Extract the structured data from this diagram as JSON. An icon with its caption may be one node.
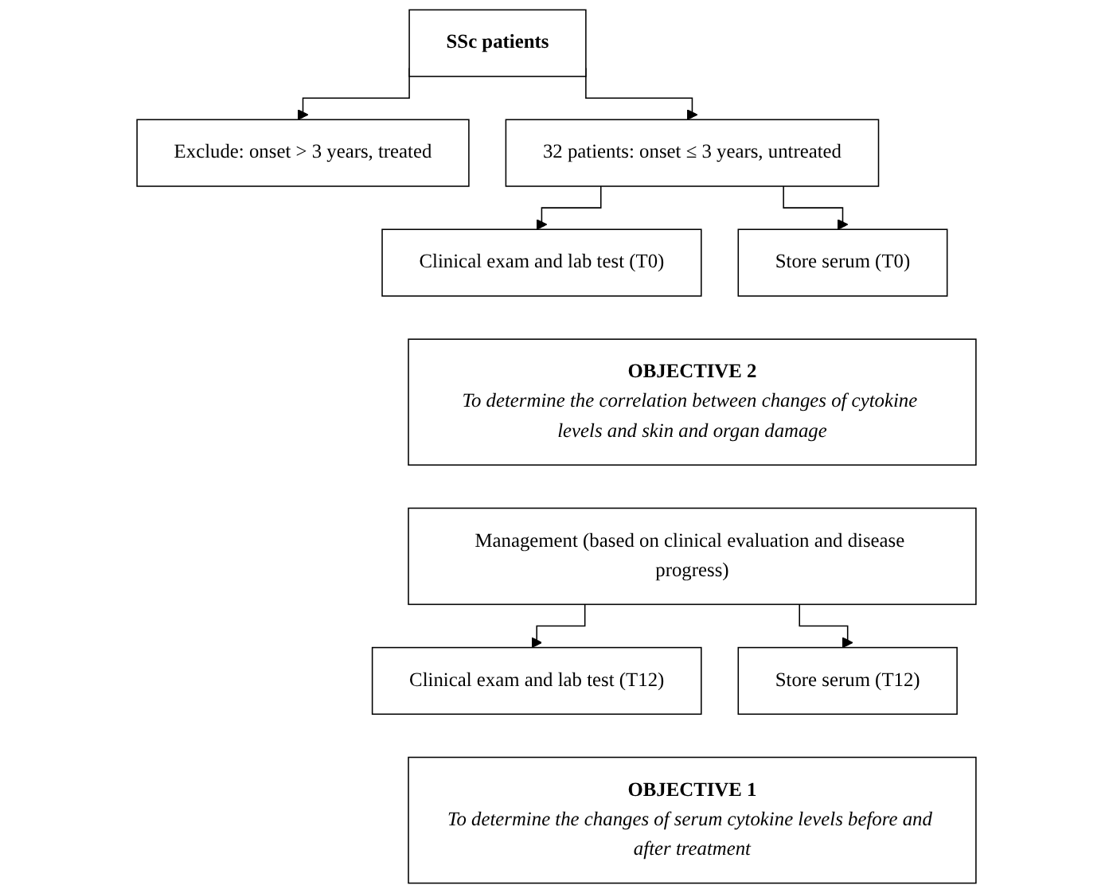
{
  "diagram": {
    "nodes": [
      {
        "text": [
          "SSc patients"
        ]
      },
      {
        "text": [
          "Exclude: onset > 3 years, treated"
        ]
      },
      {
        "text": [
          "32 patients: onset ≤ 3 years, untreated"
        ]
      },
      {
        "text": [
          "Clinical exam and lab test (T0)"
        ]
      },
      {
        "text": [
          "Store serum (T0)"
        ]
      },
      {
        "text": [
          "OBJECTIVE 2",
          "To determine the correlation between changes of cytokine levels and skin and organ damage"
        ]
      },
      {
        "text": [
          "Management (based on clinical evaluation and disease progress)"
        ]
      },
      {
        "text": [
          "Clinical exam and lab test (T12)"
        ]
      },
      {
        "text": [
          "Store serum (T12)"
        ]
      },
      {
        "text": [
          "OBJECTIVE 1",
          "To determine the changes of serum cytokine levels before and after treatment"
        ]
      }
    ],
    "edges": [
      {
        "from": 0,
        "to": 1,
        "arrow": "to"
      },
      {
        "from": 0,
        "to": 2,
        "arrow": "to"
      },
      {
        "from": 2,
        "to": 3,
        "arrow": "to"
      },
      {
        "from": 2,
        "to": 4,
        "arrow": "to"
      },
      {
        "from": 6,
        "to": 7,
        "arrow": "to"
      },
      {
        "from": 6,
        "to": 8,
        "arrow": "to"
      }
    ]
  }
}
